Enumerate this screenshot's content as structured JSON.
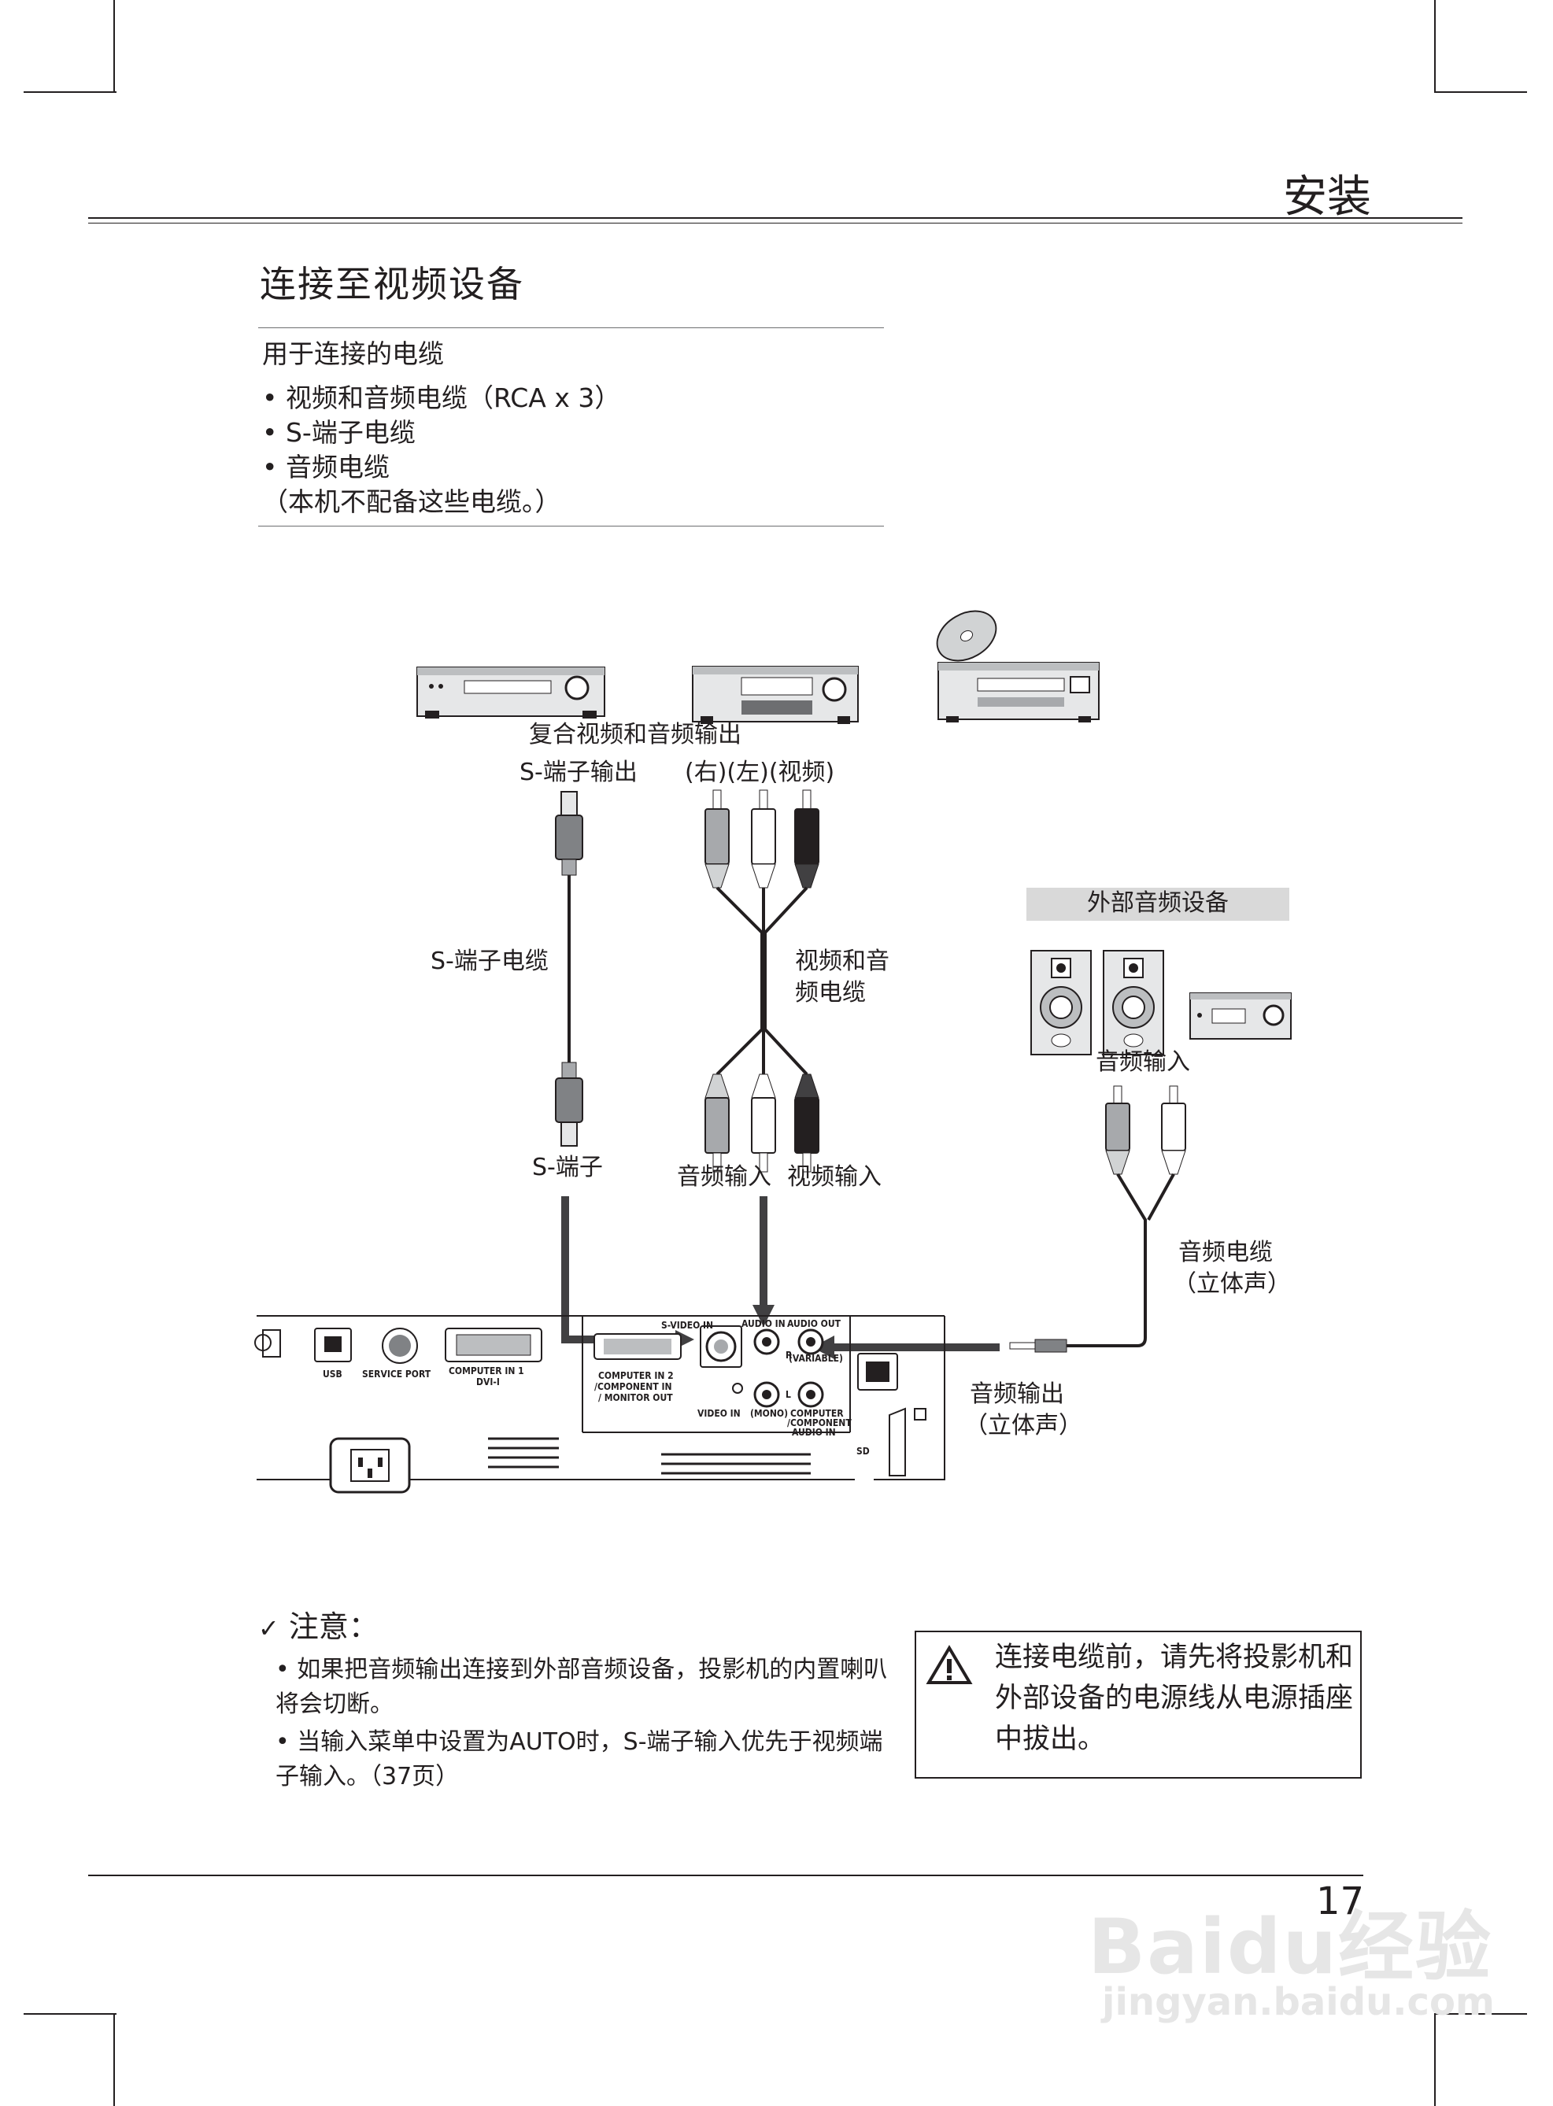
{
  "header": {
    "title": "安装"
  },
  "section": {
    "title": "连接至视频设备"
  },
  "cables": {
    "heading": "用于连接的电缆",
    "items": [
      "视频和音频电缆（RCA x 3）",
      "S-端子电缆",
      "音频电缆"
    ],
    "footnote": "（本机不配备这些电缆。）"
  },
  "diagram": {
    "composite_out": "复合视频和音频输出",
    "svideo_out": "S-端子输出",
    "rca_out_labels": "(右)(左)(视频)",
    "svideo_cable": "S-端子电缆",
    "av_cable_line1": "视频和音",
    "av_cable_line2": "频电缆",
    "svideo_terminal": "S-端子",
    "audio_in": "音频输入",
    "video_in": "视频输入",
    "external_audio": "外部音频设备",
    "ext_audio_in": "音频输入",
    "audio_cable_line1": "音频电缆",
    "audio_cable_line2": "（立体声）",
    "audio_out_line1": "音频输出",
    "audio_out_line2": "（立体声）",
    "ports": {
      "usb": "USB",
      "service": "SERVICE PORT",
      "computer_in1_a": "COMPUTER IN 1",
      "computer_in1_b": "DVI-I",
      "computer_in2_a": "COMPUTER IN 2",
      "computer_in2_b": "/COMPONENT IN",
      "computer_in2_c": "/ MONITOR OUT",
      "svideo_in": "S-VIDEO IN",
      "audio_in": "AUDIO IN",
      "audio_out": "AUDIO OUT",
      "variable": "(VARIABLE)",
      "video_in": "VIDEO IN",
      "mono": "(MONO)",
      "r": "R",
      "l": "L",
      "comp_audio_a": "COMPUTER",
      "comp_audio_b": "/COMPONENT",
      "comp_audio_c": "AUDIO IN",
      "sd": "SD"
    }
  },
  "note": {
    "title": "注意：",
    "check_icon": "checkmark-icon",
    "items": [
      "如果把音频输出连接到外部音频设备，投影机的内置喇叭将会切断。",
      "当输入菜单中设置为AUTO时，S-端子输入优先于视频端子输入。（37页）"
    ]
  },
  "warning": {
    "icon": "warning-triangle-icon",
    "text": "连接电缆前，请先将投影机和外部设备的电源线从电源插座中拔出。"
  },
  "footer": {
    "page_number": "17"
  },
  "watermark": {
    "brand": "Baidu经验",
    "url": "jingyan.baidu.com"
  }
}
